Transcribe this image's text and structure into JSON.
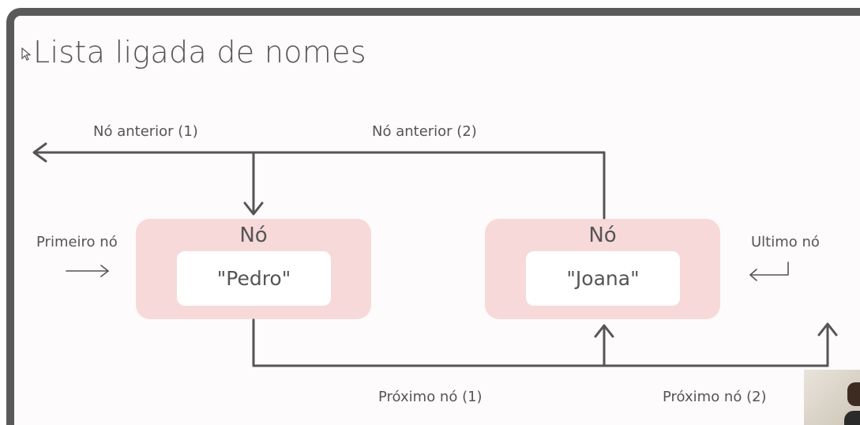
{
  "slide": {
    "title": "Lista ligada de nomes"
  },
  "nodes": [
    {
      "title": "Nó",
      "value": "\"Pedro\""
    },
    {
      "title": "Nó",
      "value": "\"Joana\""
    }
  ],
  "labels": {
    "prev_1": "Nó anterior (1)",
    "prev_2": "Nó anterior (2)",
    "first": "Primeiro nó",
    "last": "Ultimo nó",
    "next_1": "Próximo nó (1)",
    "next_2": "Próximo nó (2)"
  },
  "colors": {
    "node_fill": "#f7d9d9",
    "value_fill": "#ffffff",
    "line": "#555555",
    "frame": "#5a5a5a",
    "banner": "#1f3a8a"
  },
  "icons": [
    "cursor-icon"
  ]
}
